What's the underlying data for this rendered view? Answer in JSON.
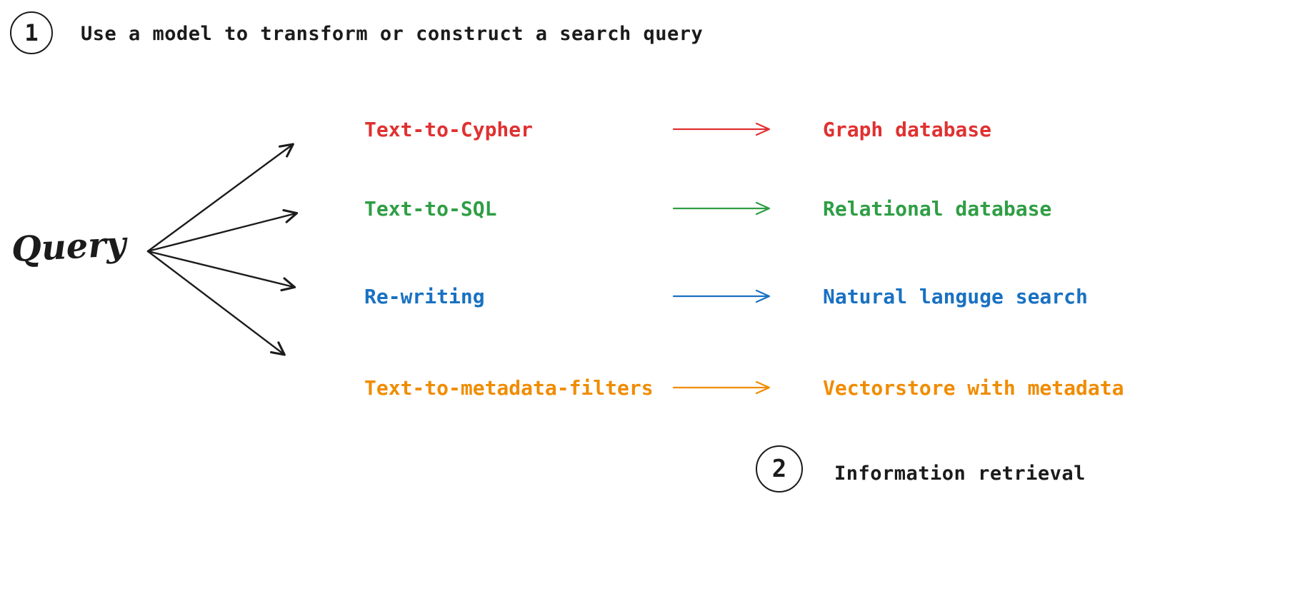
{
  "page": {
    "background": "#ffffff",
    "text_color": "#1b1b1b"
  },
  "step1": {
    "number": "1",
    "label": "Use a model to transform or construct a search query"
  },
  "step2": {
    "number": "2",
    "label": "Information retrieval"
  },
  "query": {
    "label": "Query"
  },
  "rows": [
    {
      "method": "Text-to-Cypher",
      "target": "Graph database",
      "color": "#e03131"
    },
    {
      "method": "Text-to-SQL",
      "target": "Relational database",
      "color": "#2f9e44"
    },
    {
      "method": "Re-writing",
      "target": "Natural languge search",
      "color": "#1971c2"
    },
    {
      "method": "Text-to-metadata-filters",
      "target": "Vectorstore with metadata",
      "color": "#f08c00"
    }
  ]
}
